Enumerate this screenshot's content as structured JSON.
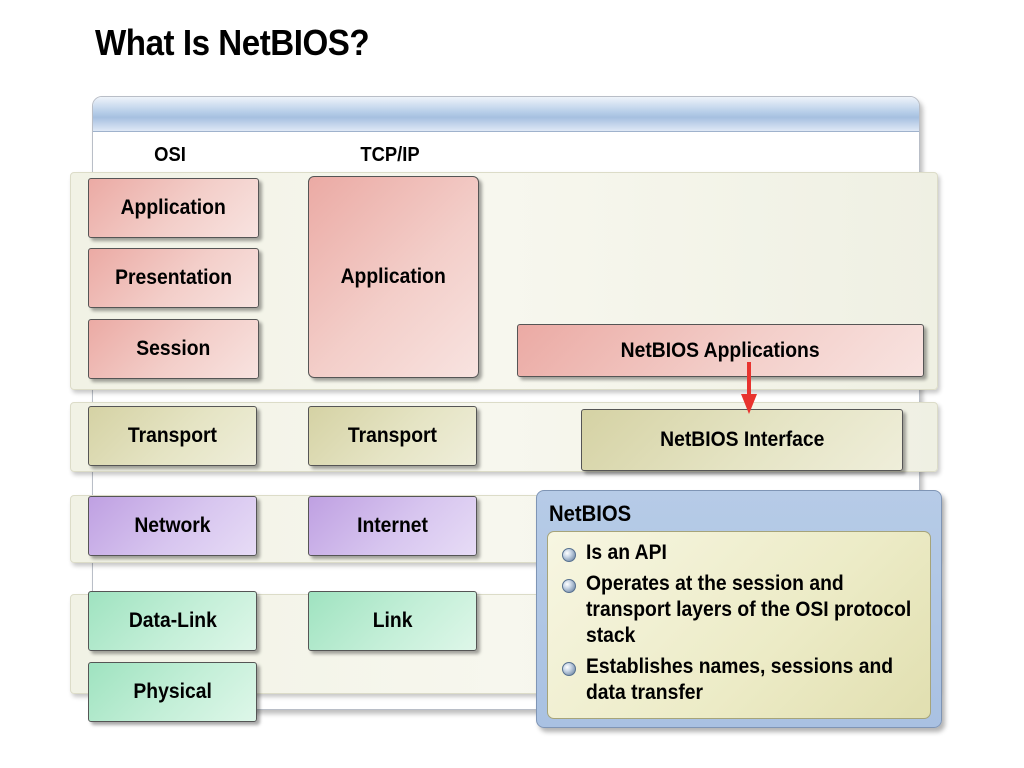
{
  "title": "What Is NetBIOS?",
  "columns": {
    "osi": "OSI",
    "tcpip": "TCP/IP"
  },
  "osi_layers": [
    "Application",
    "Presentation",
    "Session",
    "Transport",
    "Network",
    "Data-Link",
    "Physical"
  ],
  "tcpip_layers": [
    "Application",
    "Transport",
    "Internet",
    "Link"
  ],
  "netbios": {
    "applications": "NetBIOS Applications",
    "interface": "NetBIOS Interface"
  },
  "callout": {
    "title": "NetBIOS",
    "bullets": [
      "Is an API",
      "Operates at the session and transport layers of the OSI protocol stack",
      "Establishes names, sessions and data transfer"
    ]
  },
  "colors": {
    "application_layers": "#f0bcb6",
    "transport_layers": "#e1dfbc",
    "network_layers": "#d2bdee",
    "link_layers": "#bdeed4",
    "arrow": "#e8332f",
    "callout": "#b6cbe7"
  }
}
